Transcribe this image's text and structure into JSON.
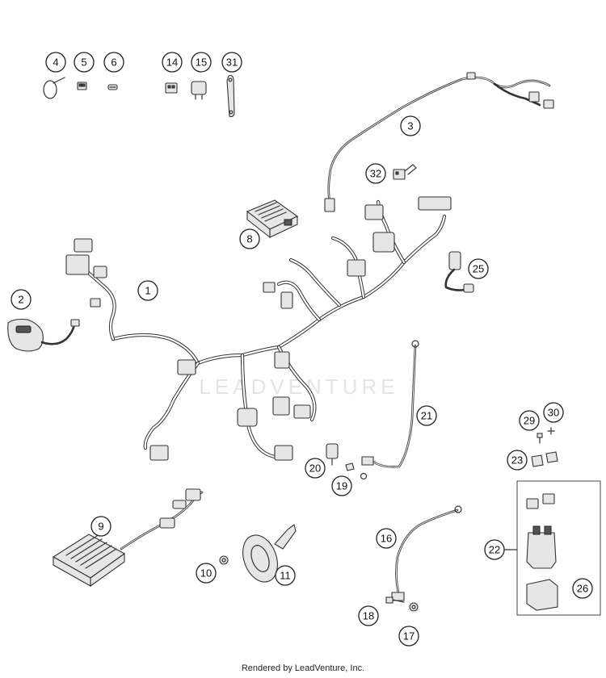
{
  "diagram": {
    "watermark": "LEADVENTURE",
    "callouts": [
      "1",
      "2",
      "3",
      "4",
      "5",
      "6",
      "8",
      "9",
      "10",
      "11",
      "14",
      "15",
      "16",
      "17",
      "18",
      "19",
      "20",
      "21",
      "22",
      "23",
      "25",
      "26",
      "29",
      "30",
      "31",
      "32"
    ],
    "colors": {
      "line": "#333333",
      "fill": "#e6e6e6",
      "background": "#ffffff"
    }
  },
  "footer": {
    "credit": "Rendered by LeadVenture, Inc."
  }
}
